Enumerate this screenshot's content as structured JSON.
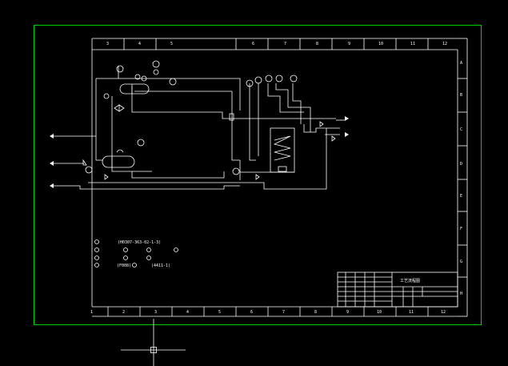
{
  "colors": {
    "background": "#000000",
    "frame": "#00d200",
    "linework": "#ffffff"
  },
  "ruler_top": [
    "3",
    "4",
    "5",
    "6",
    "7",
    "8",
    "9",
    "10",
    "11",
    "12"
  ],
  "ruler_bottom": [
    "1",
    "2",
    "3",
    "4",
    "5",
    "6",
    "7",
    "8",
    "9",
    "10",
    "11",
    "12"
  ],
  "ruler_right": [
    "A",
    "B",
    "C",
    "D",
    "E",
    "F",
    "G",
    "H"
  ],
  "legend": {
    "row1_code": "(H0307-363-02-1-3)",
    "row4_code": "(F008)",
    "row4_suffix": "(4411-1)"
  },
  "title_block": {
    "drawing_title": "工艺流程图"
  },
  "icons": [
    "crosshair-cursor-icon",
    "instrument-bubble-icon",
    "heat-exchanger-icon",
    "pump-icon",
    "valve-icon"
  ]
}
